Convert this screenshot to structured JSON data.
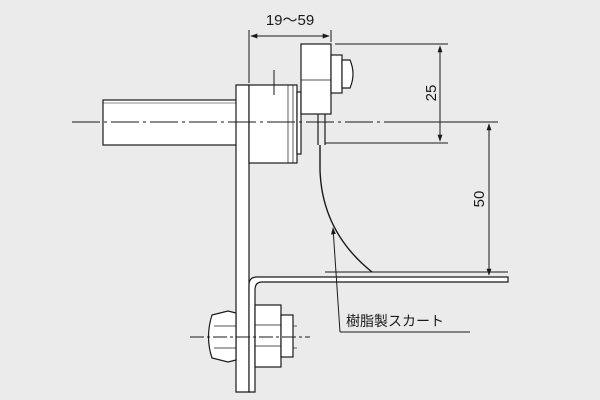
{
  "dimensions": {
    "top_width": "19～59",
    "upper_height": "25",
    "lower_height": "50"
  },
  "callout": {
    "label": "樹脂製スカート"
  },
  "colors": {
    "background": "#ebebeb",
    "part_fill": "#ffffff",
    "line": "#1a1a1a"
  }
}
